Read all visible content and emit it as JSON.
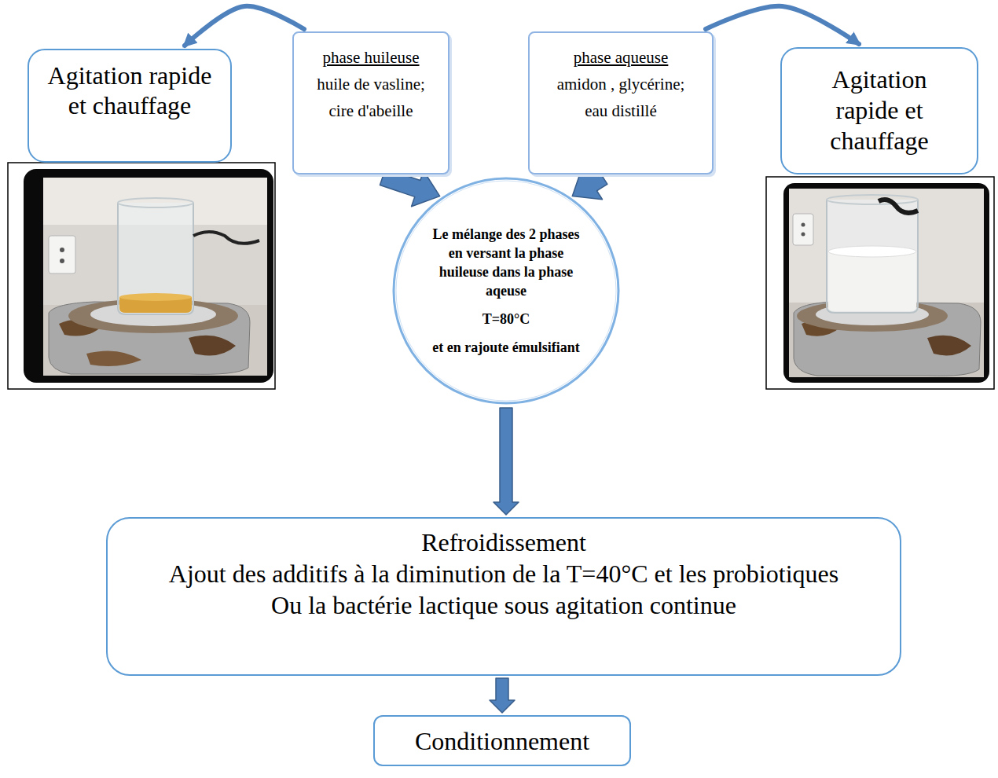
{
  "diagram": {
    "nodes": [
      {
        "text": [
          "Agitation rapide et chauffage"
        ]
      },
      {
        "text": [
          "phase huileuse",
          "huile de vasline; cire d'abeille"
        ]
      },
      {
        "text": [
          "phase aqueuse",
          "amidon , glycérine; eau distillé"
        ]
      },
      {
        "text": [
          "Agitation rapide et chauffage"
        ]
      },
      {
        "text": [
          "Le mélange des 2 phases en versant la phase huileuse dans la phase aqeuse",
          "T=80°C",
          "et en rajoute émulsifiant"
        ]
      },
      {
        "text": [
          "Refroidissement",
          "Ajout des additifs à la diminution de la T=40°C et les probiotiques Ou la bactérie lactique sous agitation continue"
        ]
      },
      {
        "text": [
          "Conditionnement"
        ]
      }
    ],
    "edges": [
      {
        "from": 1,
        "to": 0,
        "arrow": "to"
      },
      {
        "from": 2,
        "to": 3,
        "arrow": "to"
      },
      {
        "from": 1,
        "to": 4,
        "arrow": "to"
      },
      {
        "from": 2,
        "to": 4,
        "arrow": "to"
      },
      {
        "from": 4,
        "to": 5,
        "arrow": "to"
      },
      {
        "from": 5,
        "to": 6,
        "arrow": "to"
      }
    ]
  }
}
